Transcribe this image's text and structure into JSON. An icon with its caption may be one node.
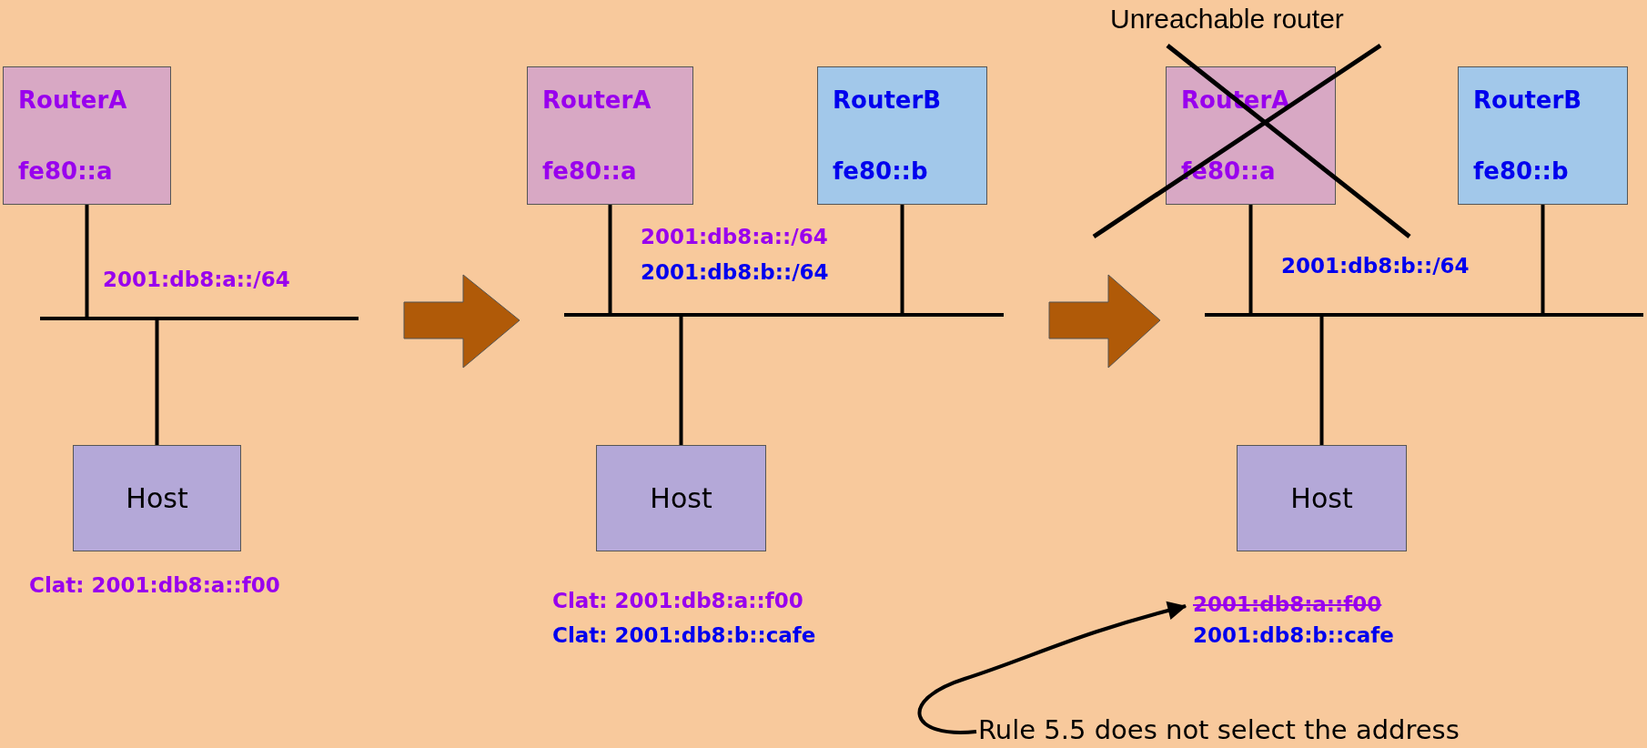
{
  "diagram": {
    "nodes": [
      {
        "text": [
          "RouterA",
          "fe80::a"
        ]
      },
      {
        "text": [],
        "shape": "bar"
      },
      {
        "text": [
          "Host"
        ],
        "beside": [
          "Clat: 2001:db8:a::f00"
        ]
      },
      {
        "text": [
          "RouterA",
          "fe80::a"
        ]
      },
      {
        "text": [
          "RouterB",
          "fe80::b"
        ]
      },
      {
        "text": [],
        "shape": "bar"
      },
      {
        "text": [
          "Host"
        ],
        "beside": [
          "Clat: 2001:db8:a::f00",
          "Clat: 2001:db8:b::cafe"
        ]
      },
      {
        "text": [
          "RouterA",
          "fe80::a"
        ]
      },
      {
        "text": [
          "RouterB",
          "fe80::b"
        ]
      },
      {
        "text": [],
        "shape": "bar"
      },
      {
        "text": [
          "Host"
        ]
      },
      {
        "text": [
          "2001:db8:a::f00"
        ]
      },
      {
        "text": [
          "Rule 5.5 does not select the address"
        ]
      }
    ],
    "edges": [
      {
        "from": 0,
        "to": 1,
        "arrow": "none"
      },
      {
        "from": 2,
        "to": 1,
        "arrow": "none"
      },
      {
        "from": 3,
        "to": 5,
        "arrow": "none"
      },
      {
        "from": 4,
        "to": 5,
        "arrow": "none"
      },
      {
        "from": 6,
        "to": 5,
        "arrow": "none"
      },
      {
        "from": 7,
        "to": 9,
        "arrow": "none"
      },
      {
        "from": 8,
        "to": 9,
        "arrow": "none"
      },
      {
        "from": 10,
        "to": 9,
        "arrow": "none"
      },
      {
        "from": 12,
        "to": 11,
        "arrow": "to"
      },
      {
        "from": 1,
        "to": 5,
        "arrow": "to",
        "style": "thick",
        "color": "#b05a08"
      },
      {
        "from": 5,
        "to": 9,
        "arrow": "to",
        "style": "thick",
        "color": "#b05a08"
      }
    ],
    "labels": [
      "2001:db8:a::/64",
      "2001:db8:a::/64",
      "2001:db8:b::/64",
      "Unreachable router",
      "2001:db8:b::/64",
      "2001:db8:b::cafe"
    ]
  }
}
